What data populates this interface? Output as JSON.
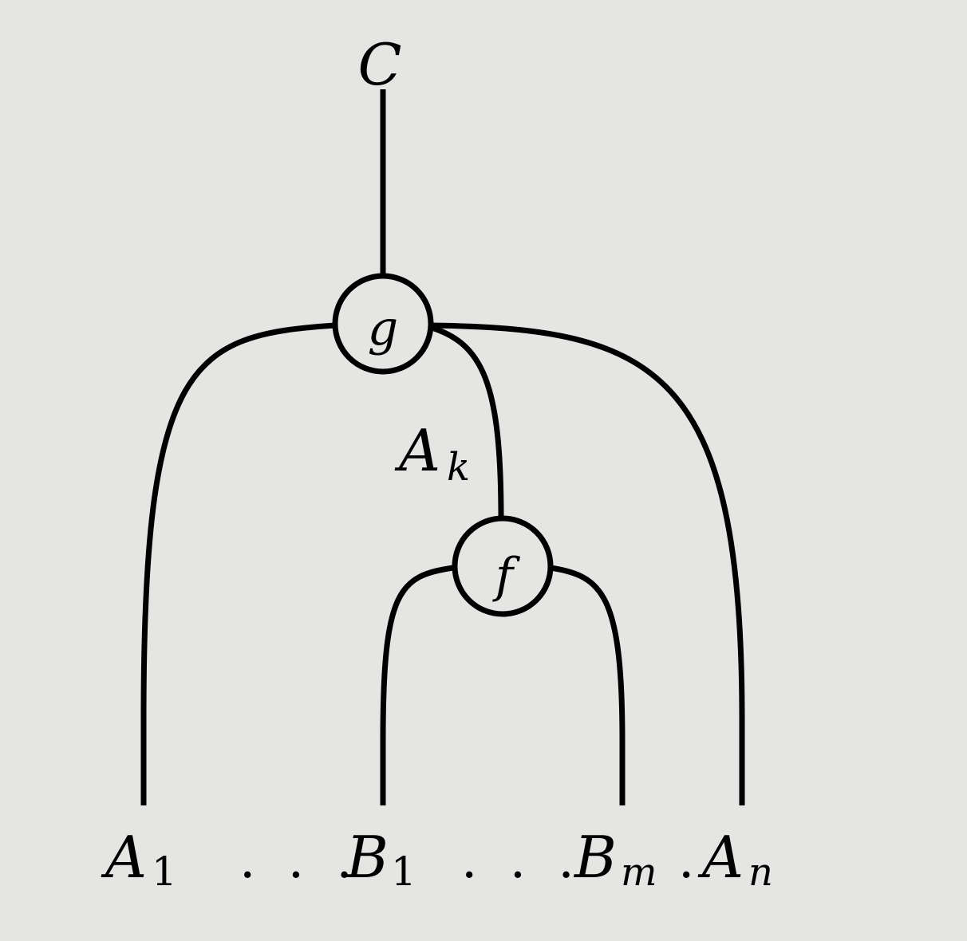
{
  "diagram": {
    "output": {
      "label": "C"
    },
    "nodes": {
      "g": {
        "label": "g"
      },
      "f": {
        "label": "f"
      }
    },
    "internal_wire": {
      "base": "A",
      "sub": "k"
    },
    "inputs": [
      {
        "base": "A",
        "sub": "1"
      },
      {
        "base": "B",
        "sub": "1"
      },
      {
        "base": "B",
        "sub": "m"
      },
      {
        "base": "A",
        "sub": "n"
      }
    ],
    "ellipsis": ". . .",
    "ellipsis_short": "."
  }
}
